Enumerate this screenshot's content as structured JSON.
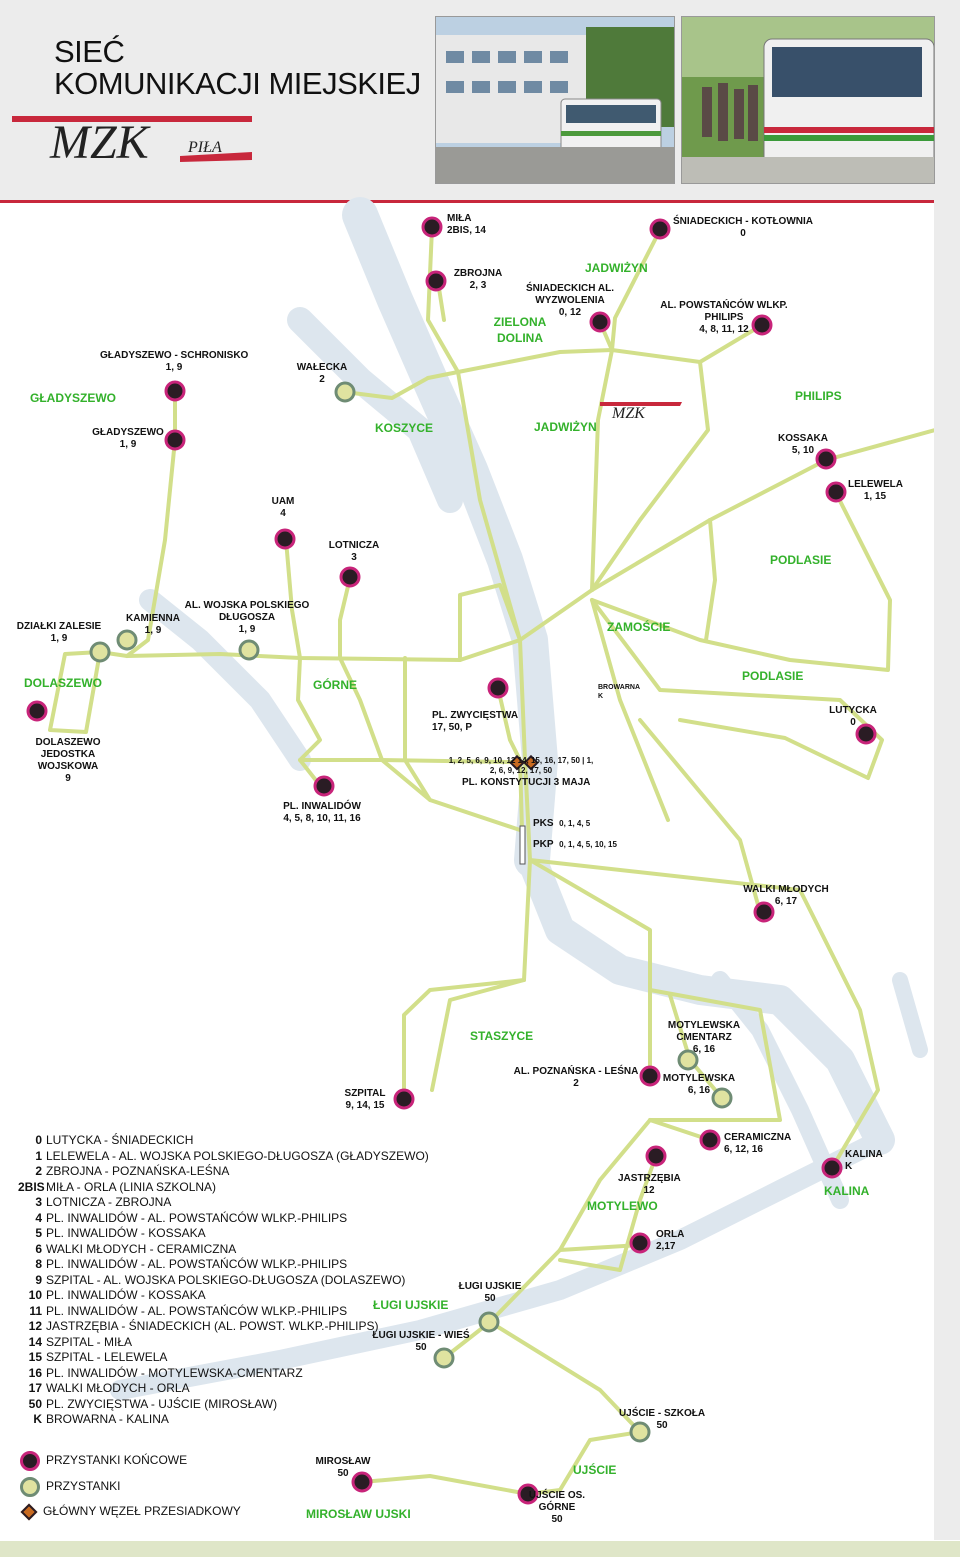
{
  "header": {
    "title_line1": "SIEĆ",
    "title_line2": "KOMUNIKACJI MIEJSKIEJ",
    "logo_text": "MZK",
    "logo_city": "PIŁA"
  },
  "colors": {
    "route": "#d2df8a",
    "river": "#dde6ee",
    "terminal_fill": "#2a1c24",
    "terminal_ring": "#c8247a",
    "stop_fill": "#e0e3a0",
    "stop_ring": "#6f8c74",
    "district": "#33b12b",
    "header_rule": "#c8283c"
  },
  "districts": [
    "GŁADYSZEWO",
    "KOSZYCE",
    "ZIELONA DOLINA",
    "JADWIŻYN",
    "JADWIŻYN ",
    "PHILIPS",
    "PODLASIE",
    "PODLASIE ",
    "ZAMOŚCIE",
    "DOLASZEWO",
    "GÓRNE",
    "STASZYCE",
    "MOTYLEWO",
    "KALINA",
    "ŁUGI UJSKIE",
    "UJŚCIE",
    "MIROSŁAW UJSKI"
  ],
  "stops": [
    {
      "name": "MIŁA",
      "lines": "2BIS, 14"
    },
    {
      "name": "ZBROJNA",
      "lines": "2, 3"
    },
    {
      "name": "ŚNIADECKICH - KOTŁOWNIA",
      "lines": "0"
    },
    {
      "name": "ŚNIADECKICH AL. WYZWOLENIA",
      "lines": "0, 12"
    },
    {
      "name": "AL. POWSTAŃCÓW WLKP. PHILIPS",
      "lines": "4, 8, 11, 12"
    },
    {
      "name": "GŁADYSZEWO - SCHRONISKO",
      "lines": "1, 9"
    },
    {
      "name": "WAŁECKA",
      "lines": "2"
    },
    {
      "name": "GŁADYSZEWO",
      "lines": "1, 9"
    },
    {
      "name": "KOSSAKA",
      "lines": "5, 10"
    },
    {
      "name": "LELEWELA",
      "lines": "1, 15"
    },
    {
      "name": "UAM",
      "lines": "4"
    },
    {
      "name": "LOTNICZA",
      "lines": "3"
    },
    {
      "name": "AL. WOJSKA POLSKIEGO DŁUGOSZA",
      "lines": "1, 9"
    },
    {
      "name": "KAMIENNA",
      "lines": "1, 9"
    },
    {
      "name": "DZIAŁKI ZALESIE",
      "lines": "1, 9"
    },
    {
      "name": "DOLASZEWO JEDOSTKA WOJSKOWA",
      "lines": "9"
    },
    {
      "name": "PL. ZWYCIĘSTWA",
      "lines": "17, 50, P"
    },
    {
      "name": "PL. KONSTYTUCJI 3 MAJA",
      "lines": "1, 2, 5, 6, 9, 10, 12 14, 15, 16, 17, 50 | 1, 2, 6, 9, 12, 17, 50"
    },
    {
      "name": "PL. INWALIDÓW",
      "lines": "4, 5, 8, 10, 11, 16"
    },
    {
      "name": "LUTYCKA",
      "lines": "0"
    },
    {
      "name": "BROWARNA",
      "lines": "K"
    },
    {
      "name": "PKS",
      "lines": "0, 1, 4, 5"
    },
    {
      "name": "PKP",
      "lines": "0, 1, 4, 5, 10, 15"
    },
    {
      "name": "WALKI MŁODYCH",
      "lines": "6, 17"
    },
    {
      "name": "MOTYLEWSKA CMENTARZ",
      "lines": "6, 16"
    },
    {
      "name": "AL. POZNAŃSKA - LEŚNA",
      "lines": "2"
    },
    {
      "name": "MOTYLEWSKA",
      "lines": "6, 16"
    },
    {
      "name": "SZPITAL",
      "lines": "9, 14, 15"
    },
    {
      "name": "CERAMICZNA",
      "lines": "6, 12, 16"
    },
    {
      "name": "JASTRZĘBIA",
      "lines": "12"
    },
    {
      "name": "KALINA",
      "lines": "K"
    },
    {
      "name": "ORLA",
      "lines": "2,17"
    },
    {
      "name": "ŁUGI UJSKIE",
      "lines": "50"
    },
    {
      "name": "ŁUGI UJSKIE - WIEŚ",
      "lines": "50"
    },
    {
      "name": "UJŚCIE - SZKOŁA",
      "lines": "50"
    },
    {
      "name": "MIROSŁAW",
      "lines": "50"
    },
    {
      "name": "UJŚCIE OS. GÓRNE",
      "lines": "50"
    }
  ],
  "legend_lines": [
    {
      "num": "0",
      "route": "LUTYCKA - ŚNIADECKICH"
    },
    {
      "num": "1",
      "route": "LELEWELA - AL. WOJSKA POLSKIEGO-DŁUGOSZA (GŁADYSZEWO)"
    },
    {
      "num": "2",
      "route": "ZBROJNA - POZNAŃSKA-LEŚNA"
    },
    {
      "num": "2BIS",
      "route": "MIŁA - ORLA (LINIA SZKOLNA)"
    },
    {
      "num": "3",
      "route": "LOTNICZA - ZBROJNA"
    },
    {
      "num": "4",
      "route": "PL. INWALIDÓW - AL. POWSTAŃCÓW WLKP.-PHILIPS"
    },
    {
      "num": "5",
      "route": "PL. INWALIDÓW - KOSSAKA"
    },
    {
      "num": "6",
      "route": "WALKI MŁODYCH - CERAMICZNA"
    },
    {
      "num": "8",
      "route": "PL. INWALIDÓW - AL. POWSTAŃCÓW WLKP.-PHILIPS"
    },
    {
      "num": "9",
      "route": "SZPITAL - AL. WOJSKA POLSKIEGO-DŁUGOSZA (DOLASZEWO)"
    },
    {
      "num": "10",
      "route": "PL. INWALIDÓW - KOSSAKA"
    },
    {
      "num": "11",
      "route": "PL. INWALIDÓW - AL. POWSTAŃCÓW WLKP.-PHILIPS"
    },
    {
      "num": "12",
      "route": "JASTRZĘBIA - ŚNIADECKICH (AL. POWST. WLKP.-PHILIPS)"
    },
    {
      "num": "14",
      "route": "SZPITAL - MIŁA"
    },
    {
      "num": "15",
      "route": "SZPITAL - LELEWELA"
    },
    {
      "num": "16",
      "route": "PL. INWALIDÓW - MOTYLEWSKA-CMENTARZ"
    },
    {
      "num": "17",
      "route": "WALKI MŁODYCH - ORLA"
    },
    {
      "num": "50",
      "route": "PL. ZWYCIĘSTWA - UJŚCIE (MIROSŁAW)"
    },
    {
      "num": "K",
      "route": "BROWARNA - KALINA"
    }
  ],
  "key": {
    "terminal": "PRZYSTANKI KOŃCOWE",
    "stop": "PRZYSTANKI",
    "hub": "GŁÓWNY WĘZEŁ PRZESIADKOWY"
  }
}
